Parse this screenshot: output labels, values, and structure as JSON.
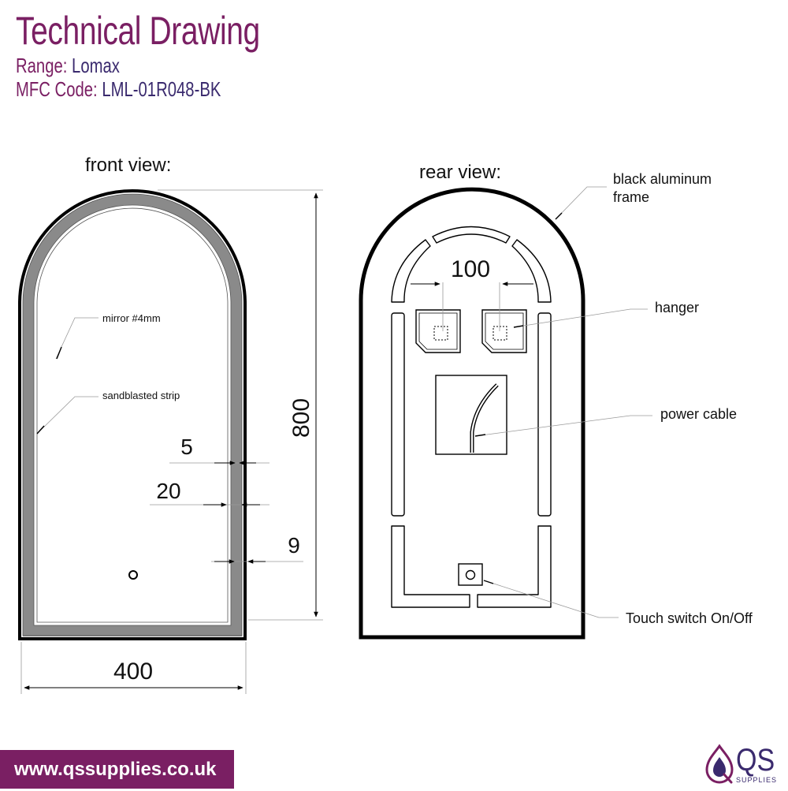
{
  "header": {
    "title": "Technical Drawing",
    "range_label": "Range:",
    "range_value": "Lomax",
    "code_label": "MFC Code:",
    "code_value": "LML-01R048-BK"
  },
  "front_view": {
    "label": "front view:",
    "callouts": {
      "mirror": "mirror #4mm",
      "strip": "sandblasted strip"
    },
    "dimensions": {
      "width": "400",
      "height": "800",
      "d5": "5",
      "d20": "20",
      "d9": "9"
    }
  },
  "rear_view": {
    "label": "rear view:",
    "dimension_hangers": "100",
    "callouts": {
      "frame_line1": "black aluminum",
      "frame_line2": "frame",
      "hanger": "hanger",
      "power_cable": "power cable",
      "touch_switch": "Touch switch On/Off"
    }
  },
  "footer": {
    "website": "www.qssupplies.co.uk"
  },
  "logo": {
    "letters": "QS",
    "sub": "SUPPLIES"
  },
  "colors": {
    "brand_purple": "#7a1f63",
    "brand_navy": "#3a2a6e",
    "strip_gray": "#8a8a8a",
    "frame_black": "#000000"
  }
}
